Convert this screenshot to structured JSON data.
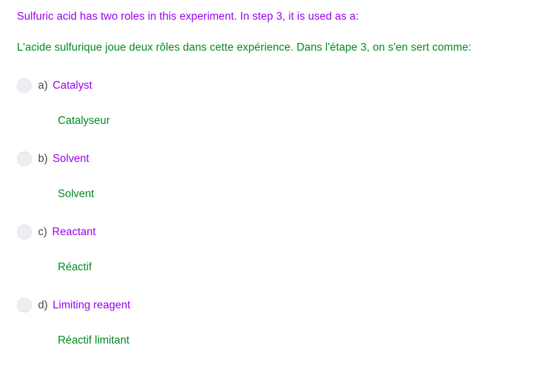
{
  "question": {
    "stem_en": "Sulfuric acid has two roles in this experiment. In step 3, it is used as a:",
    "stem_fr": "L'acide sulfurique joue deux rôles dans cette expérience. Dans l'étape 3, on s'en sert comme:"
  },
  "colors": {
    "english_text": "#9900ee",
    "french_text": "#008a22",
    "letter_label": "#444444",
    "radio_fill": "#eceef1",
    "radio_border": "#dfe2e6",
    "background": "#ffffff"
  },
  "options": [
    {
      "letter": "a)",
      "label_en": "Catalyst",
      "label_fr": "Catalyseur",
      "selected": false
    },
    {
      "letter": "b)",
      "label_en": "Solvent",
      "label_fr": "Solvent",
      "selected": false
    },
    {
      "letter": "c)",
      "label_en": "Reactant",
      "label_fr": "Réactif",
      "selected": false
    },
    {
      "letter": "d)",
      "label_en": "Limiting reagent",
      "label_fr": "Réactif limitant",
      "selected": false
    }
  ]
}
